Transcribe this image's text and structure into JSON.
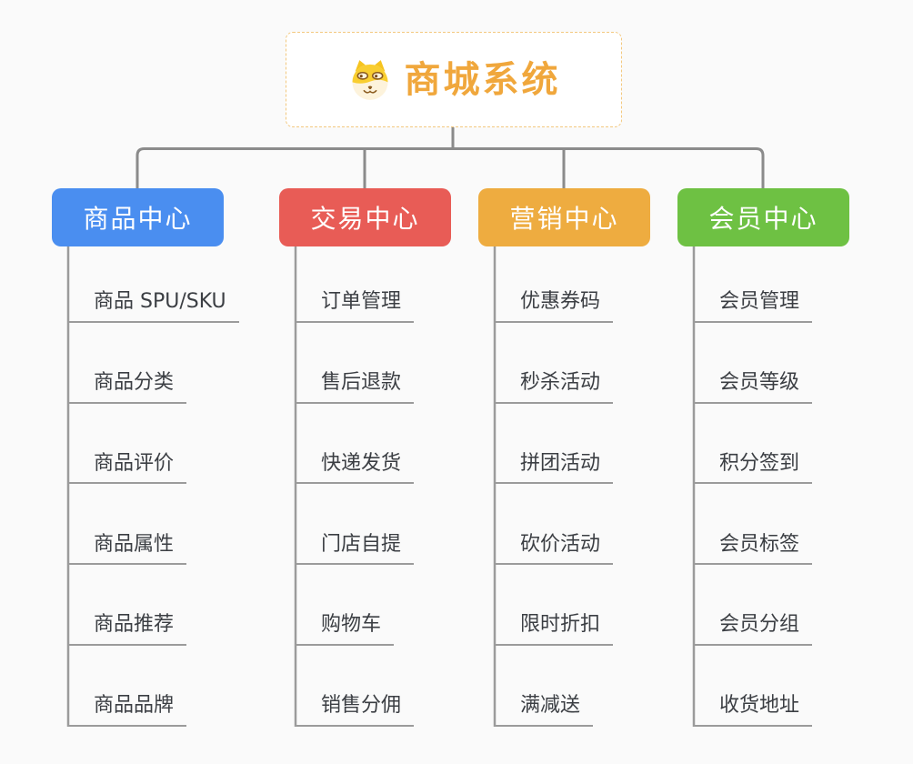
{
  "root": {
    "title": "商城系统",
    "icon": "dog-face-icon"
  },
  "branches": [
    {
      "label": "商品中心",
      "color": "#4a8ef0",
      "items": [
        "商品 SPU/SKU",
        "商品分类",
        "商品评价",
        "商品属性",
        "商品推荐",
        "商品品牌"
      ]
    },
    {
      "label": "交易中心",
      "color": "#e85c56",
      "items": [
        "订单管理",
        "售后退款",
        "快递发货",
        "门店自提",
        "购物车",
        "销售分佣"
      ]
    },
    {
      "label": "营销中心",
      "color": "#eeac40",
      "items": [
        "优惠券码",
        "秒杀活动",
        "拼团活动",
        "砍价活动",
        "限时折扣",
        "满减送"
      ]
    },
    {
      "label": "会员中心",
      "color": "#6ec143",
      "items": [
        "会员管理",
        "会员等级",
        "积分签到",
        "会员标签",
        "会员分组",
        "收货地址"
      ]
    }
  ],
  "colors": {
    "background": "#fafafa",
    "root_accent": "#f0a73c",
    "root_border": "#f3c87f",
    "connector_line": "#8b8b8b",
    "item_underline": "#9b9b9b",
    "item_text": "#3b3e43"
  }
}
